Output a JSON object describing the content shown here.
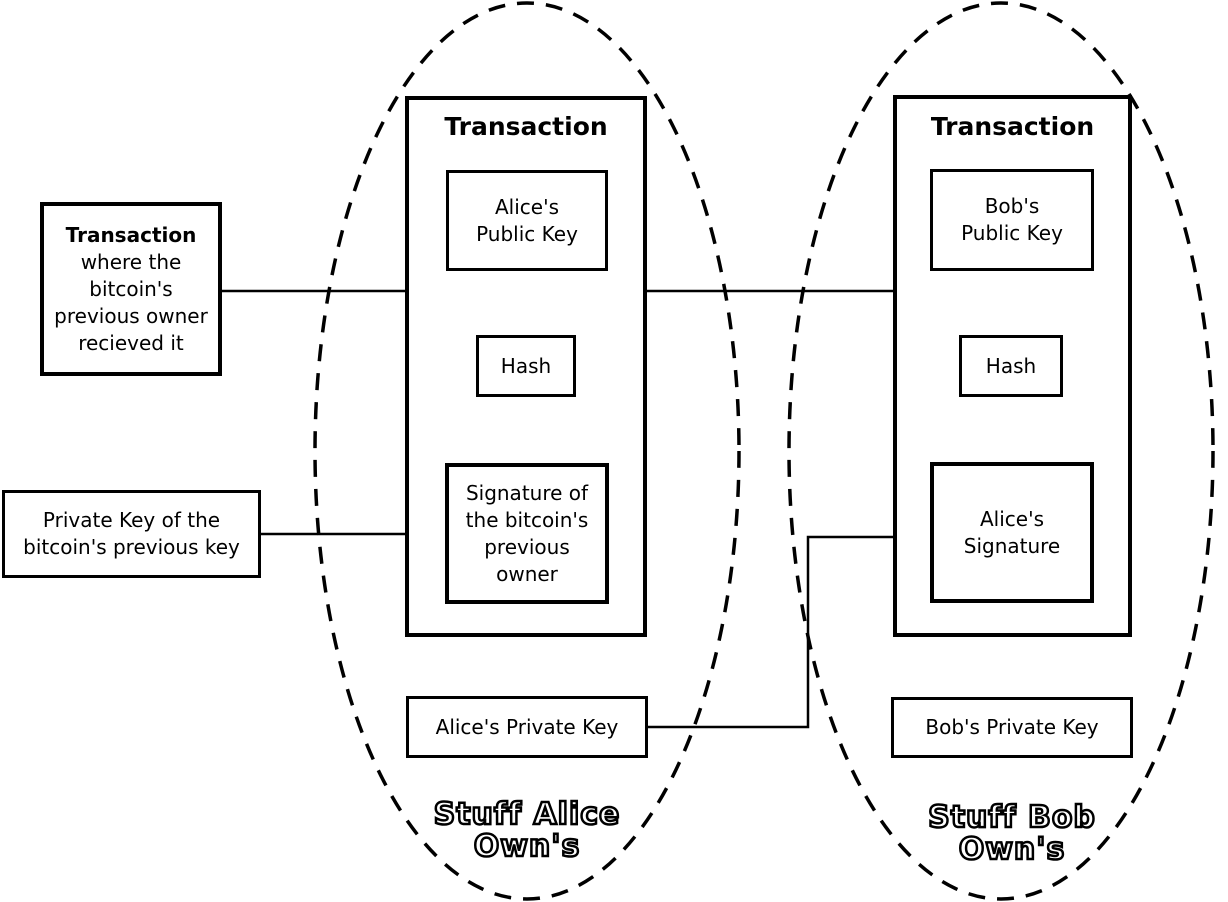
{
  "page": {
    "background": "#ffffff",
    "line_color": "#000000"
  },
  "external_inputs": {
    "prev_transaction": {
      "lines": [
        "Transaction",
        "where the",
        "bitcoin's",
        "previous owner",
        "recieved it"
      ]
    },
    "prev_private_key": {
      "lines": [
        "Private Key of the",
        "bitcoin's previous key"
      ]
    }
  },
  "alice": {
    "group_label": {
      "line1": "Stuff Alice",
      "line2": "Own's"
    },
    "transaction": {
      "title": "Transaction",
      "public_key": {
        "line1": "Alice's",
        "line2": "Public Key"
      },
      "hash_label": "Hash",
      "signature_lines": [
        "Signature of",
        "the bitcoin's",
        "previous",
        "owner"
      ]
    },
    "private_key_label": "Alice's Private Key"
  },
  "bob": {
    "group_label": {
      "line1": "Stuff Bob",
      "line2": "Own's"
    },
    "transaction": {
      "title": "Transaction",
      "public_key": {
        "line1": "Bob's",
        "line2": "Public Key"
      },
      "hash_label": "Hash",
      "signature": {
        "line1": "Alice's",
        "line2": "Signature"
      }
    },
    "private_key_label": "Bob's Private Key"
  }
}
